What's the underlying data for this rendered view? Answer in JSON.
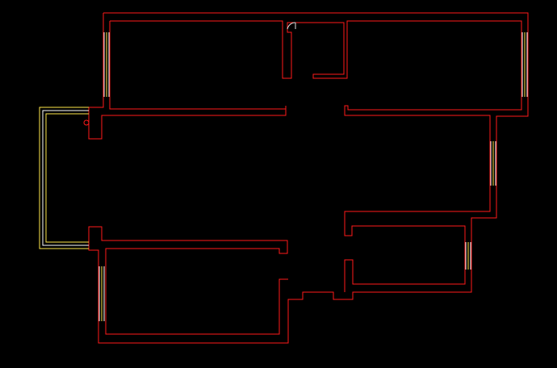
{
  "colors": {
    "background": "#000000",
    "wall": "#ff1a1a",
    "window": "#ffe94a",
    "window_frame": "#ffffff",
    "door": "#e0e0e0"
  },
  "plan": {
    "rooms": [
      "bedroom-top-left",
      "entry-closet",
      "bedroom-top-right",
      "living-area",
      "bedroom-bottom-left",
      "bathroom-right"
    ],
    "windows": [
      "window-top-left",
      "window-top-right",
      "window-right",
      "window-bathroom",
      "window-bottom-left",
      "balcony-window"
    ]
  }
}
